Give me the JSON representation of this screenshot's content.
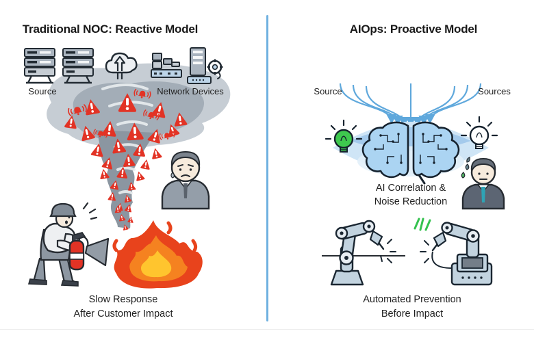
{
  "left_panel": {
    "title": "Traditional NOC: Reactive Model",
    "label_source": "Source",
    "label_network_devices": "Network Devices",
    "caption_line1": "Slow Response",
    "caption_line2": "After Customer Impact"
  },
  "right_panel": {
    "title": "AIOps: Proactive Model",
    "label_source": "Source",
    "label_sources": "Sources",
    "ai_caption_line1": "AI Correlation &",
    "ai_caption_line2": "Noise Reduction",
    "caption_line1": "Automated Prevention",
    "caption_line2": "Before Impact"
  },
  "icons": {
    "left": [
      "server-rack-icon",
      "server-rack-icon",
      "cloud-upload-icon",
      "network-stack-icon",
      "server-sync-icon",
      "alert-triangle-icon",
      "alarm-bell-icon",
      "worried-operator-icon",
      "firefighter-icon",
      "fire-icon"
    ],
    "right": [
      "server-rack-icon",
      "server-rack-icon",
      "cloud-upload-icon",
      "network-stack-icon",
      "server-sync-icon",
      "lightbulb-on-icon",
      "lightbulb-off-icon",
      "ai-brain-icon",
      "stressed-engineer-icon",
      "robot-arm-icon",
      "robot-arm-console-icon"
    ]
  },
  "colors": {
    "divider_blue": "#6fb1e0",
    "flow_arrow_blue": "#5fa8dc",
    "alert_red": "#e23325",
    "icon_blue": "#4e97d8",
    "icon_blue_light": "#9cc4ea",
    "icon_gray": "#9aa5b1",
    "icon_gray_light": "#c5ccd3",
    "tornado_gray": "#98a1ab",
    "fire_red": "#e8431c",
    "fire_orange": "#f58220",
    "fire_yellow": "#ffc52e",
    "success_green": "#35c24f",
    "bulb_green": "#3ec84e",
    "brain_blue": "#abd4f2",
    "lens_blue": "#cfe5f6",
    "robot_gray_blue": "#c2d3df"
  }
}
